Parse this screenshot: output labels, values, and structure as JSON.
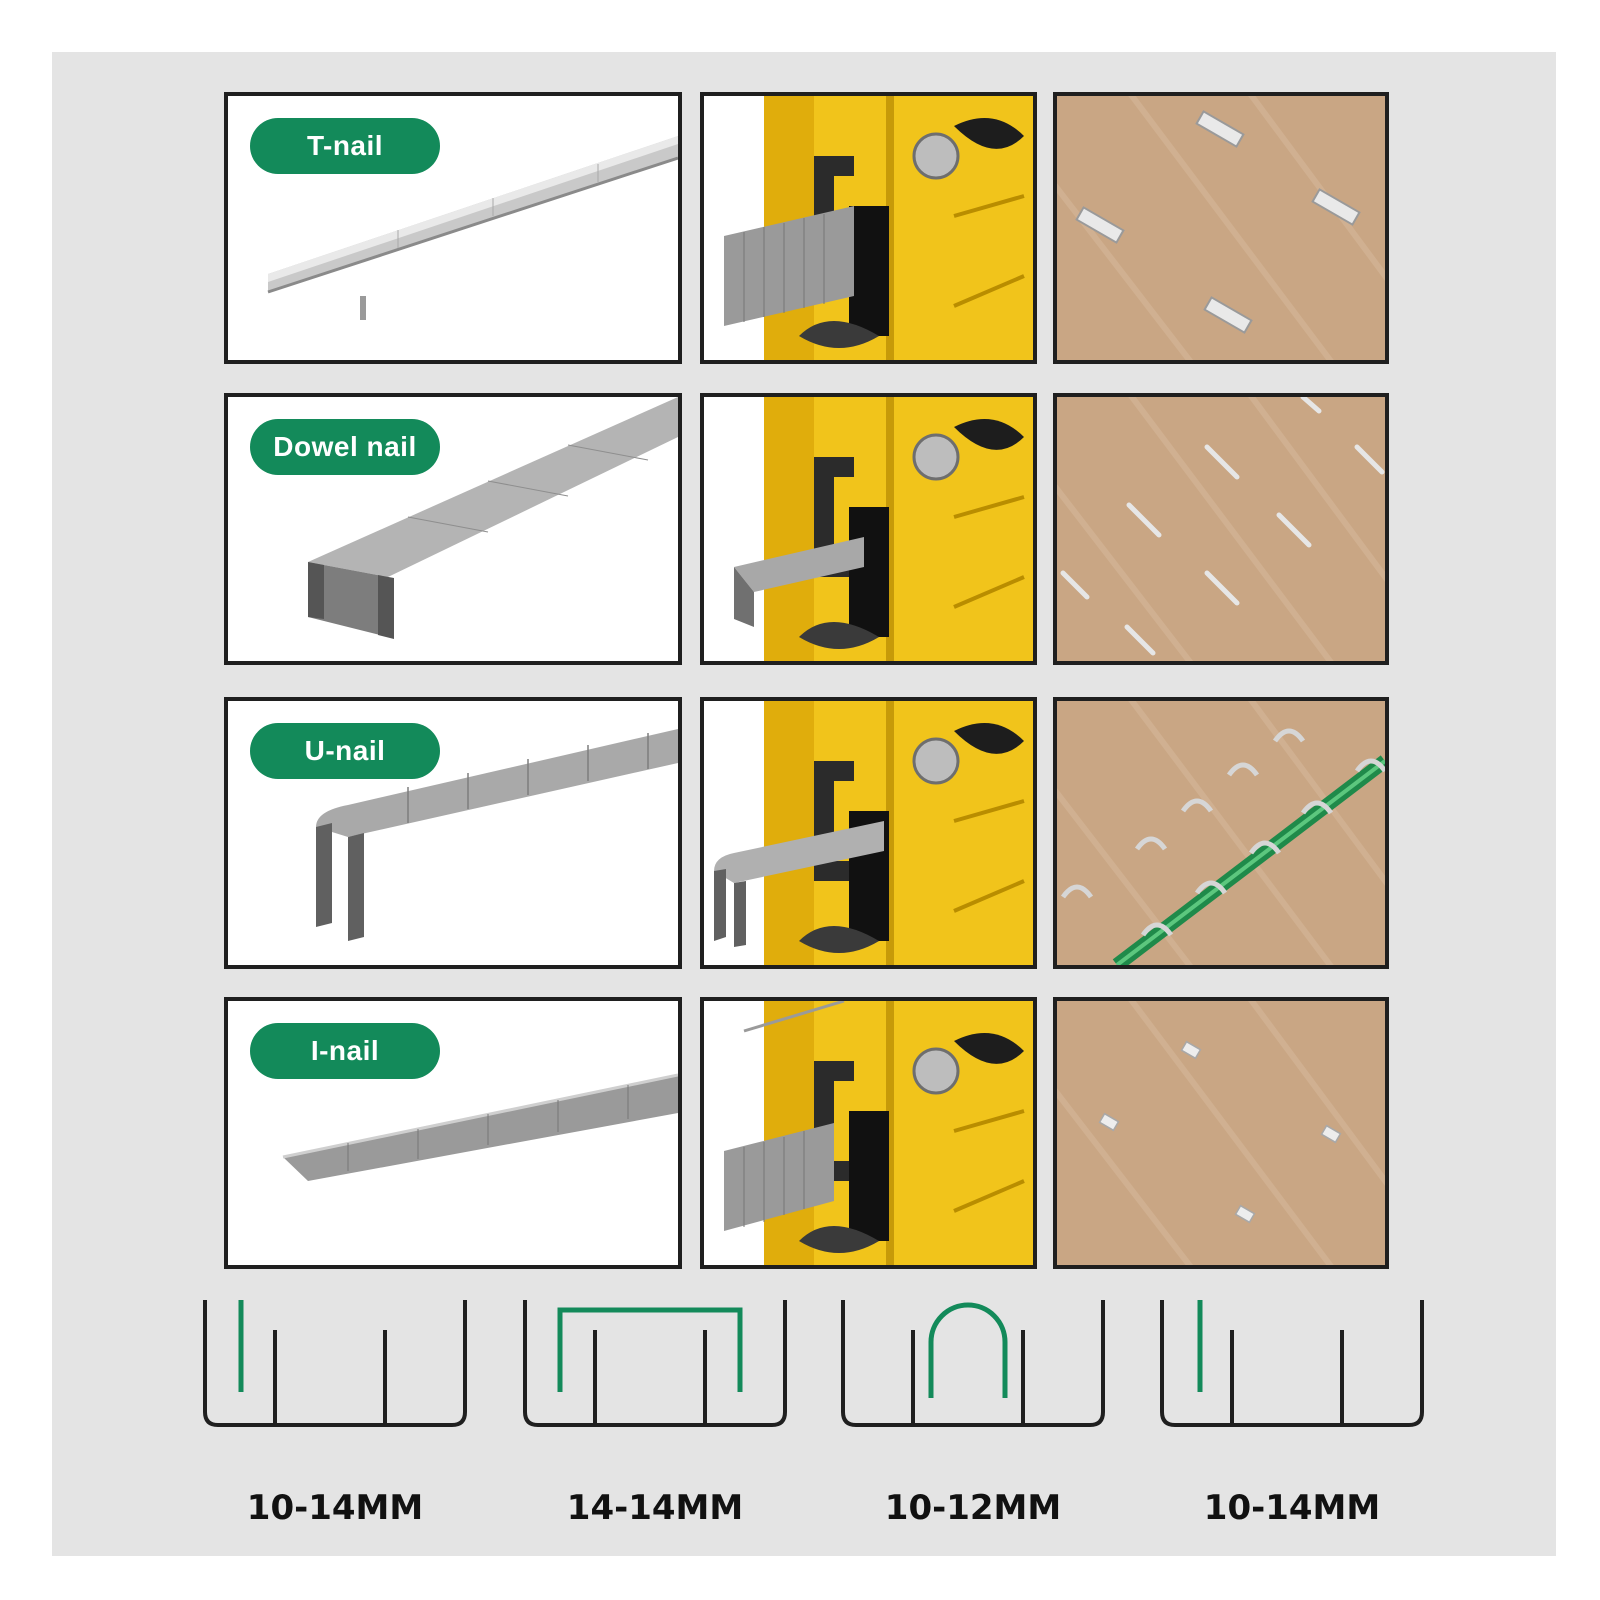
{
  "colors": {
    "accent_green": "#138a5a",
    "tool_yellow": "#f1c41b",
    "wood": "#c9a684",
    "panel_bg": "#e4e4e4",
    "outline": "#1f1f1f"
  },
  "rows": [
    {
      "label": "T-nail",
      "icon": "t-nail-strip-icon"
    },
    {
      "label": "Dowel nail",
      "icon": "dowel-nail-strip-icon"
    },
    {
      "label": "U-nail",
      "icon": "u-nail-strip-icon"
    },
    {
      "label": "I-nail",
      "icon": "i-nail-strip-icon"
    }
  ],
  "sizes": [
    {
      "label": "10-14MM",
      "icon": "t-nail-profile-icon"
    },
    {
      "label": "14-14MM",
      "icon": "dowel-nail-profile-icon"
    },
    {
      "label": "10-12MM",
      "icon": "u-nail-profile-icon"
    },
    {
      "label": "10-14MM",
      "icon": "i-nail-profile-icon"
    }
  ]
}
